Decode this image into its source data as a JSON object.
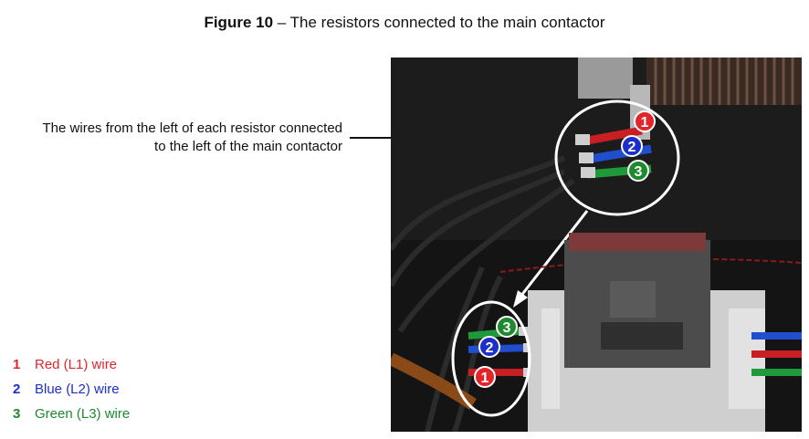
{
  "figure": {
    "label": "Figure 10",
    "dash": " – ",
    "title": "The resistors connected to the main contactor"
  },
  "callout": {
    "line1": "The wires from the left of each resistor connected",
    "line2": "to the left of the main contactor"
  },
  "markers": {
    "m1": "1",
    "m2": "2",
    "m3": "3"
  },
  "legend": [
    {
      "number": "1",
      "text": "Red (L1) wire",
      "color": "#e0262b"
    },
    {
      "number": "2",
      "text": "Blue (L2) wire",
      "color": "#1d2fc9"
    },
    {
      "number": "3",
      "text": "Green (L3) wire",
      "color": "#1e8a2e"
    }
  ],
  "colors": {
    "red": "#e0262b",
    "blue": "#1d2fc9",
    "green": "#1e8a2e"
  }
}
